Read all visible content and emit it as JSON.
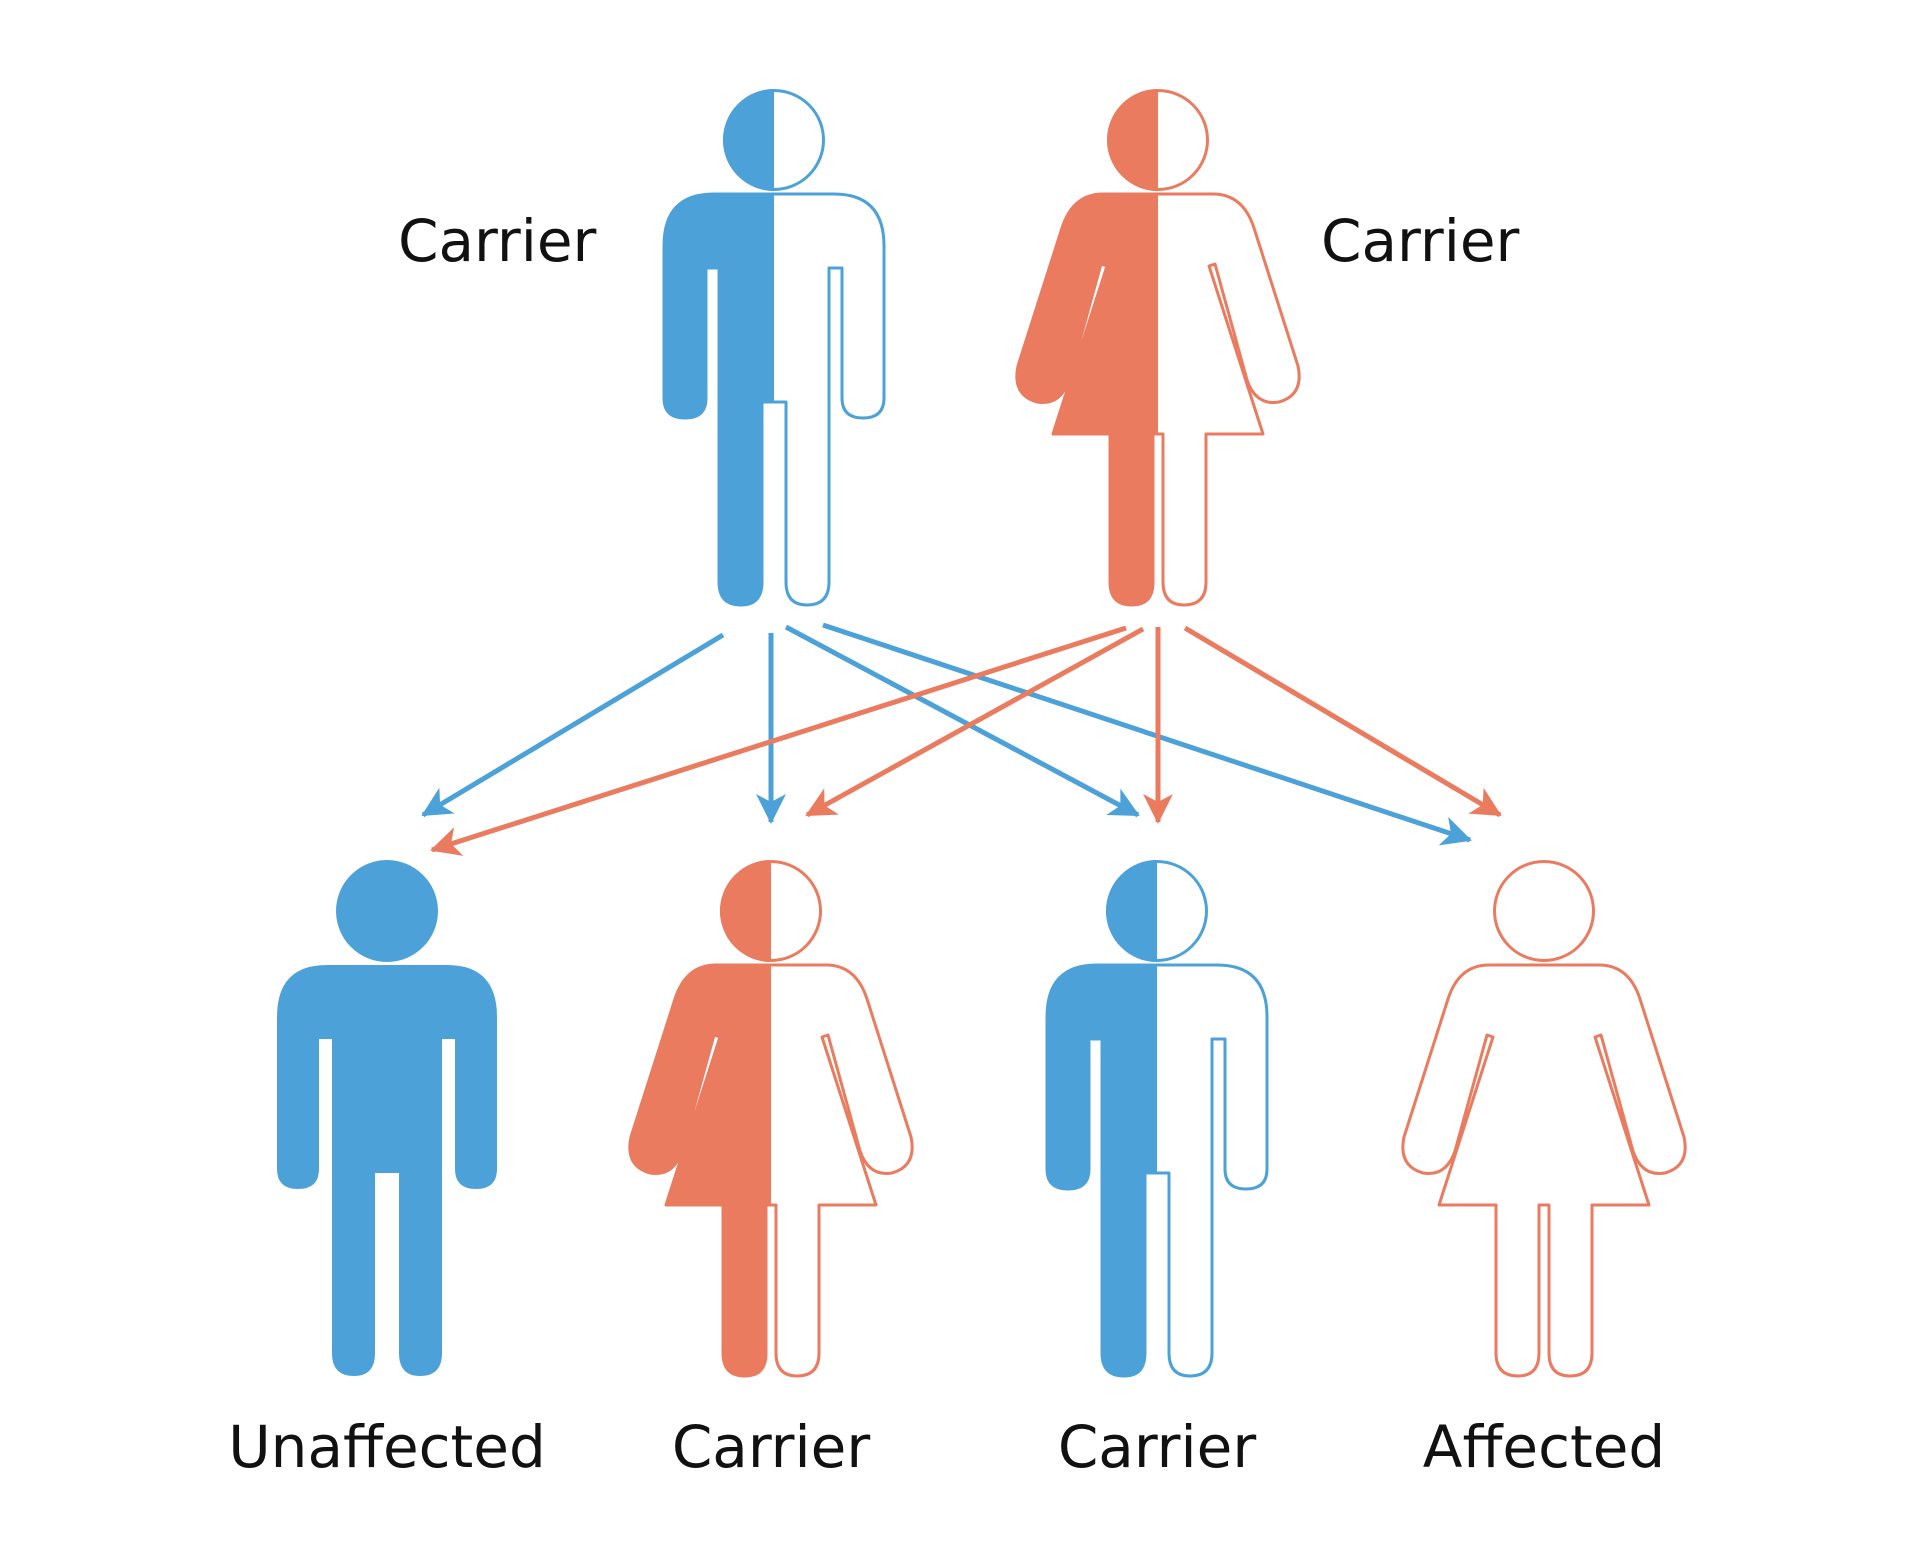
{
  "colors": {
    "male": "#4ca2d8",
    "female": "#ea7b5f",
    "text": "#111111",
    "background": "#ffffff"
  },
  "parents": [
    {
      "label": "Carrier",
      "sex": "male",
      "status": "carrier"
    },
    {
      "label": "Carrier",
      "sex": "female",
      "status": "carrier"
    }
  ],
  "children": [
    {
      "label": "Unaffected",
      "sex": "male",
      "status": "unaffected"
    },
    {
      "label": "Carrier",
      "sex": "female",
      "status": "carrier"
    },
    {
      "label": "Carrier",
      "sex": "male",
      "status": "carrier"
    },
    {
      "label": "Affected",
      "sex": "female",
      "status": "affected"
    }
  ],
  "inheritance_arrows": [
    {
      "from": "father",
      "to_child": 0
    },
    {
      "from": "father",
      "to_child": 1
    },
    {
      "from": "father",
      "to_child": 2
    },
    {
      "from": "father",
      "to_child": 3
    },
    {
      "from": "mother",
      "to_child": 0
    },
    {
      "from": "mother",
      "to_child": 1
    },
    {
      "from": "mother",
      "to_child": 2
    },
    {
      "from": "mother",
      "to_child": 3
    }
  ]
}
